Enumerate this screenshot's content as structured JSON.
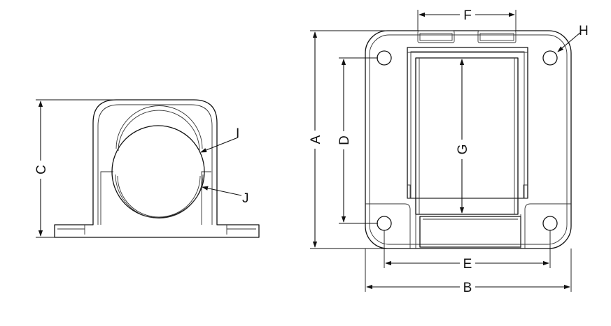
{
  "labels": {
    "a": "A",
    "b": "B",
    "c": "C",
    "d": "D",
    "e": "E",
    "f": "F",
    "g": "G",
    "h": "H",
    "i": "I",
    "j": "J"
  },
  "colors": {
    "line": "#111111",
    "background": "#ffffff"
  }
}
